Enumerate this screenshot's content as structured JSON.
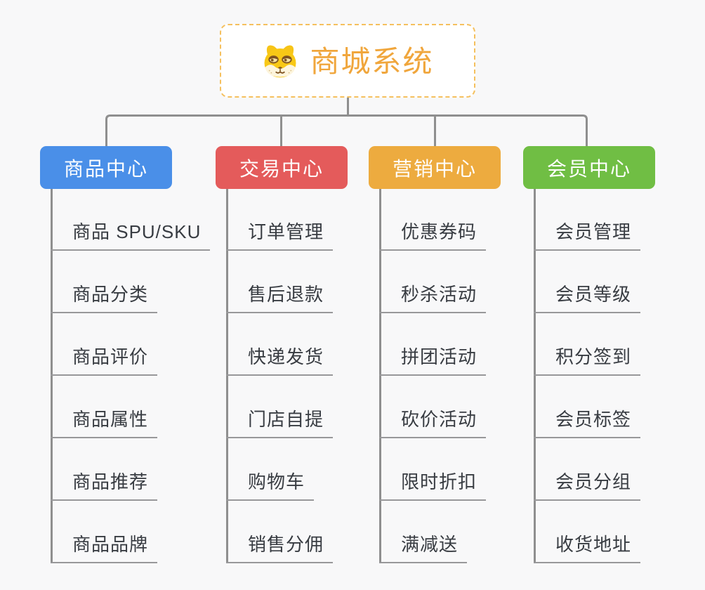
{
  "canvas": {
    "background": "#f8f8f9",
    "connector_color": "#8f8f8f"
  },
  "root": {
    "title": "商城系统",
    "icon": "shiba-dog-icon",
    "text_color": "#f0a63c",
    "border_color": "#f5c05e",
    "background": "#ffffff"
  },
  "branches": [
    {
      "label": "商品中心",
      "color": "#4a8fe8",
      "children": [
        "商品 SPU/SKU",
        "商品分类",
        "商品评价",
        "商品属性",
        "商品推荐",
        "商品品牌"
      ]
    },
    {
      "label": "交易中心",
      "color": "#e45b5b",
      "children": [
        "订单管理",
        "售后退款",
        "快递发货",
        "门店自提",
        "购物车",
        "销售分佣"
      ]
    },
    {
      "label": "营销中心",
      "color": "#edab3f",
      "children": [
        "优惠券码",
        "秒杀活动",
        "拼团活动",
        "砍价活动",
        "限时折扣",
        "满减送"
      ]
    },
    {
      "label": "会员中心",
      "color": "#70be44",
      "children": [
        "会员管理",
        "会员等级",
        "积分签到",
        "会员标签",
        "会员分组",
        "收货地址"
      ]
    }
  ]
}
